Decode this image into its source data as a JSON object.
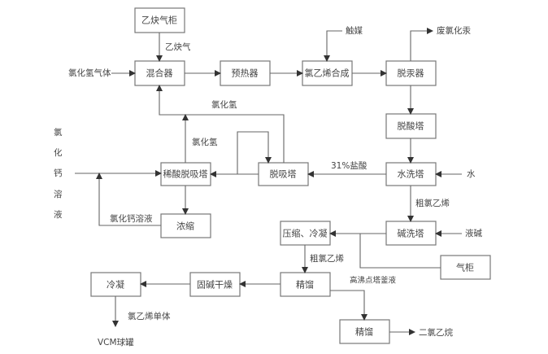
{
  "boxes": {
    "acetylene_holder": "乙炔气柜",
    "mixer": "混合器",
    "preheater": "预热器",
    "vcm_synthesis": "氯乙烯合成",
    "mercury_remover": "脱汞器",
    "acid_removal_tower": "脱酸塔",
    "water_wash_tower": "水洗塔",
    "desorption_tower": "脱吸塔",
    "dilute_acid_desorption_tower": "稀酸脱吸塔",
    "concentration": "浓缩",
    "alkali_wash_tower": "碱洗塔",
    "compression_condensation": "压缩、冷凝",
    "gas_holder": "气柜",
    "rectification_1": "精馏",
    "solid_alkali_drying": "固碱干燥",
    "condensation": "冷凝",
    "rectification_2": "精馏"
  },
  "labels": {
    "acetylene": "乙炔气",
    "hcl_gas": "氯化氢气体",
    "hcl_top": "氯化氢",
    "hcl_mid": "氯化氢",
    "cacl2_vertical": [
      "氯",
      "化",
      "钙",
      "溶",
      "液"
    ],
    "cacl2_solution": "氯化钙溶液",
    "catalyst": "触媒",
    "waste_hgcl2": "废氯化汞",
    "hcl_31": "31%盐酸",
    "water": "水",
    "crude_vcm_1": "粗氯乙烯",
    "liquid_alkali": "液碱",
    "crude_vcm_2": "粗氯乙烯",
    "high_boiling_residue": "高沸点塔釜液",
    "dichloroethane": "二氯乙烷",
    "vcm_monomer": "氯乙烯单体",
    "vcm_tank": "VCM球罐"
  }
}
